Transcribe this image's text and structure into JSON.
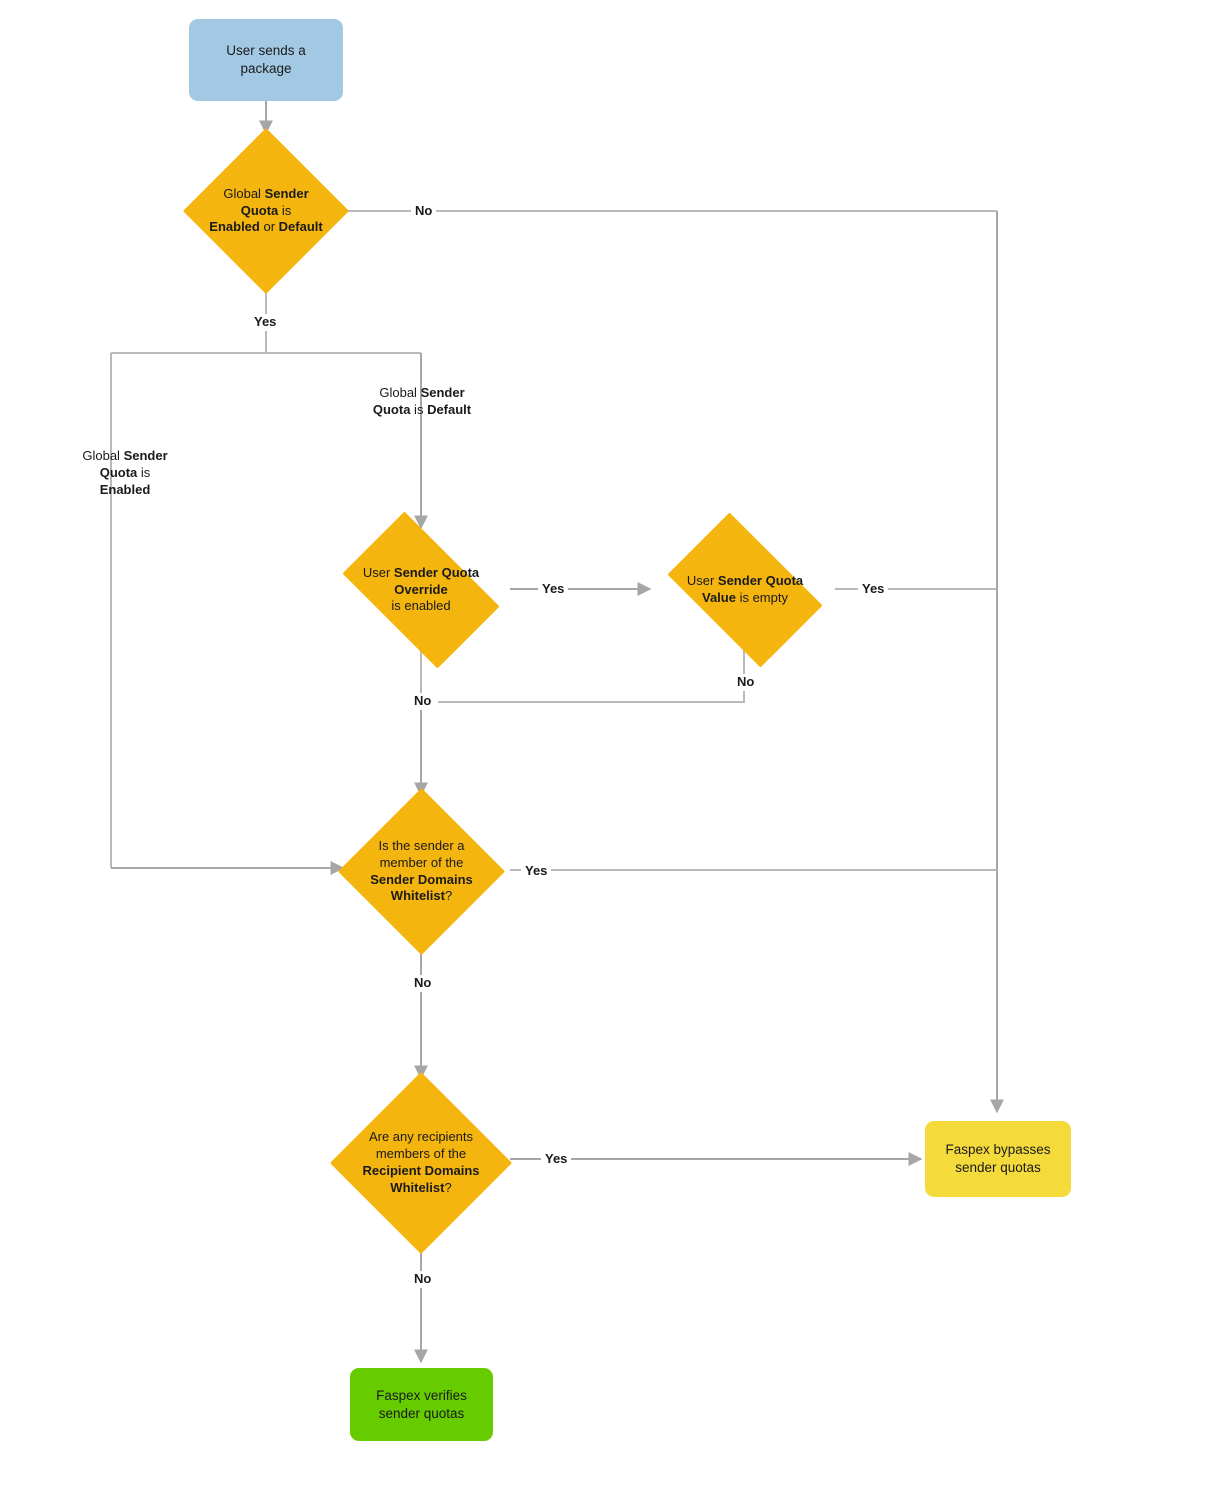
{
  "diagram": {
    "title": "Faspex sender quota evaluation flow",
    "colors": {
      "start_fill": "#a3c8e4",
      "decision_fill": "#f5b50f",
      "bypass_fill": "#f5da3c",
      "verify_fill": "#66cc00",
      "edge_stroke": "#b3b3b3",
      "text": "#1a1a1a"
    },
    "nodes": {
      "start": {
        "label": "User sends a package"
      },
      "global_quota": {
        "line1_pre": "Global ",
        "line1_b": "Sender",
        "line2_b": "Quota",
        "line2_post": " is",
        "line3_b1": "Enabled",
        "line3_mid": " or ",
        "line3_b2": "Default"
      },
      "override": {
        "line1_pre": "User ",
        "line1_b": "Sender Quota",
        "line2_b": "Override",
        "line3": "is enabled"
      },
      "quota_value": {
        "line1_pre": "User ",
        "line1_b": "Sender Quota",
        "line2_b": "Value",
        "line2_post": " is empty"
      },
      "sender_whitelist": {
        "line1": "Is the sender a",
        "line2": "member of the",
        "line3_b": "Sender Domains",
        "line4_b": "Whitelist",
        "line4_post": "?"
      },
      "recipient_whitelist": {
        "line1": "Are any recipients",
        "line2": "members of the",
        "line3_b": "Recipient Domains",
        "line4_b": "Whitelist",
        "line4_post": "?"
      },
      "bypass": {
        "line1": "Faspex bypasses",
        "line2": "sender quotas"
      },
      "verify": {
        "line1": "Faspex verifies",
        "line2": "sender quotas"
      }
    },
    "edge_labels": {
      "global_no": "No",
      "global_yes": "Yes",
      "override_yes": "Yes",
      "override_no": "No",
      "value_yes": "Yes",
      "value_no": "No",
      "sender_wl_yes": "Yes",
      "sender_wl_no": "No",
      "recipient_wl_yes": "Yes",
      "recipient_wl_no": "No"
    },
    "branch_labels": {
      "enabled": {
        "line1_pre": "Global ",
        "line1_b": "Sender",
        "line2_b": "Quota",
        "line2_post": " is",
        "line3_b": "Enabled"
      },
      "default": {
        "line1_pre": "Global ",
        "line1_b": "Sender",
        "line2_b": "Quota",
        "line2_mid": " is ",
        "line2_b2": "Default"
      }
    }
  }
}
